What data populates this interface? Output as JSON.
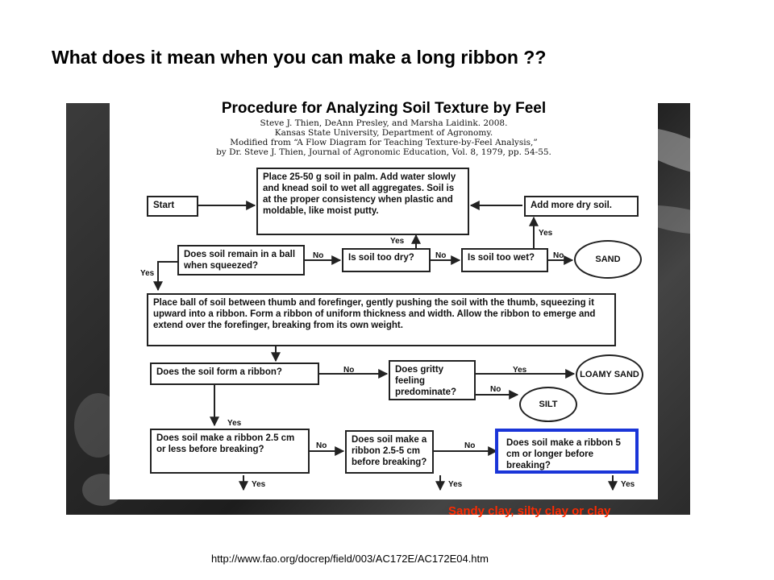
{
  "slide": {
    "title": "What does it mean when you can make a long ribbon ??",
    "caption": "Sandy clay, silty clay or clay",
    "url": "http://www.fao.org/docrep/field/003/AC172E/AC172E04.htm"
  },
  "diagram": {
    "title": "Procedure for Analyzing Soil Texture by Feel",
    "credits": [
      "Steve J. Thien, DeAnn Presley, and Marsha Laidink. 2008.",
      "Kansas State University, Department of Agronomy.",
      "Modified from “A Flow Diagram for Teaching Texture-by-Feel Analysis,”",
      "by Dr. Steve J. Thien, Journal of Agronomic Education, Vol. 8, 1979, pp. 54-55."
    ],
    "nodes": {
      "start": "Start",
      "place_soil": "Place 25-50 g soil in palm. Add water slowly and knead soil to wet all aggregates. Soil is at the proper consistency when plastic and moldable, like moist putty.",
      "add_dry_soil": "Add more dry soil.",
      "remain_ball": "Does soil remain in a ball when squeezed?",
      "too_dry": "Is soil too dry?",
      "too_wet": "Is soil too wet?",
      "sand": "SAND",
      "place_ball": "Place ball of soil between thumb and forefinger, gently pushing the soil with the thumb, squeezing it upward into a ribbon. Form a ribbon of uniform thickness and width. Allow the ribbon to emerge and extend over the forefinger, breaking from its own weight.",
      "form_ribbon": "Does the soil form a ribbon?",
      "gritty": "Does gritty feeling predominate?",
      "loamy_sand": "LOAMY SAND",
      "silt": "SILT",
      "ribbon_short": "Does soil make a ribbon 2.5 cm or less before breaking?",
      "ribbon_mid": "Does soil make a ribbon 2.5-5 cm before breaking?",
      "ribbon_long": "Does soil make a ribbon 5 cm or longer before breaking?"
    },
    "labels": {
      "yes": "Yes",
      "no": "No"
    }
  }
}
